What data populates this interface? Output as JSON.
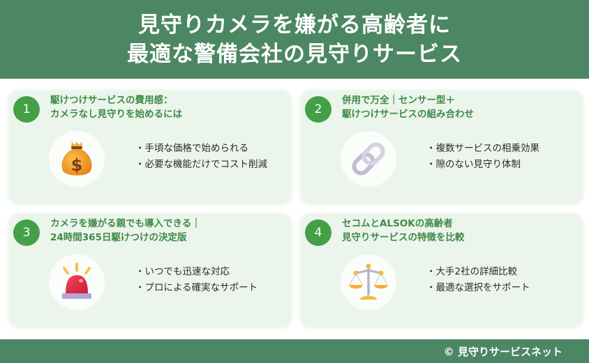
{
  "header": {
    "title_line1": "見守りカメラを嫌がる高齢者に",
    "title_line2": "最適な警備会社の見守りサービス"
  },
  "cards": [
    {
      "number": "1",
      "title_line1": "駆けつけサービスの費用感：",
      "title_line2": "カメラなし見守りを始めるには",
      "icon": "money-bag-icon",
      "bullets": [
        "手頃な価格で始められる",
        "必要な機能だけでコスト削減"
      ]
    },
    {
      "number": "2",
      "title_line1": "併用で万全｜センサー型＋",
      "title_line2": "駆けつけサービスの組み合わせ",
      "icon": "chain-link-icon",
      "bullets": [
        "複数サービスの相乗効果",
        "隙のない見守り体制"
      ]
    },
    {
      "number": "3",
      "title_line1": "カメラを嫌がる親でも導入できる｜",
      "title_line2": "24時間365日駆けつけの決定版",
      "icon": "siren-light-icon",
      "bullets": [
        "いつでも迅速な対応",
        "プロによる確実なサポート"
      ]
    },
    {
      "number": "4",
      "title_line1": "セコムとALSOKの高齢者",
      "title_line2": "見守りサービスの特徴を比較",
      "icon": "balance-scale-icon",
      "bullets": [
        "大手2社の詳細比較",
        "最適な選択をサポート"
      ]
    }
  ],
  "footer": {
    "copyright": "© 見守りサービスネット"
  },
  "colors": {
    "header_bg": "#4c8763",
    "card_bg": "#ebf5ec",
    "badge": "#43a047",
    "title_text": "#3f8a45"
  }
}
